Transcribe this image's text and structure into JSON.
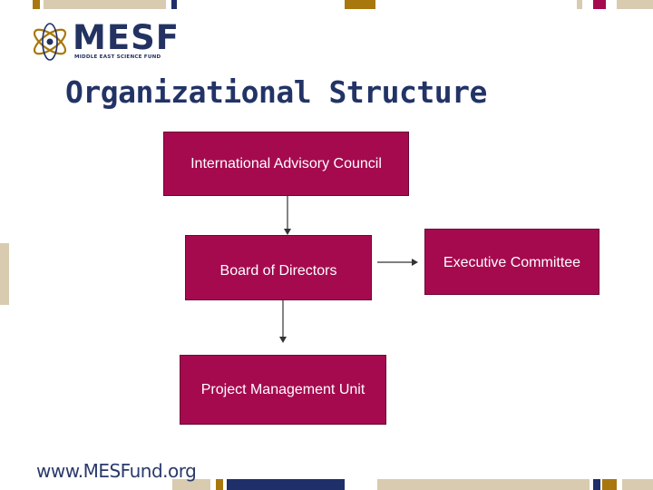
{
  "slide": {
    "title": "Organizational Structure",
    "footer_url": "www.MESFund.org"
  },
  "logo": {
    "wordmark": "MESF",
    "subtitle": "MIDDLE EAST SCIENCE FUND"
  },
  "org_chart": {
    "nodes": [
      {
        "id": "iac",
        "label": "International Advisory Council"
      },
      {
        "id": "bod",
        "label": "Board of Directors"
      },
      {
        "id": "ec",
        "label": "Executive Committee"
      },
      {
        "id": "pmu",
        "label": "Project Management Unit"
      }
    ],
    "edges": [
      {
        "from": "International Advisory Council",
        "to": "Board of Directors"
      },
      {
        "from": "Board of Directors",
        "to": "Executive Committee"
      },
      {
        "from": "Board of Directors",
        "to": "Project Management Unit"
      }
    ]
  },
  "colors": {
    "node_fill": "#a50a4f",
    "node_text": "#ffffff",
    "title": "#223366",
    "accent_gold": "#a8780e",
    "accent_beige": "#d8cbb0",
    "accent_navy": "#1f2f6a"
  }
}
